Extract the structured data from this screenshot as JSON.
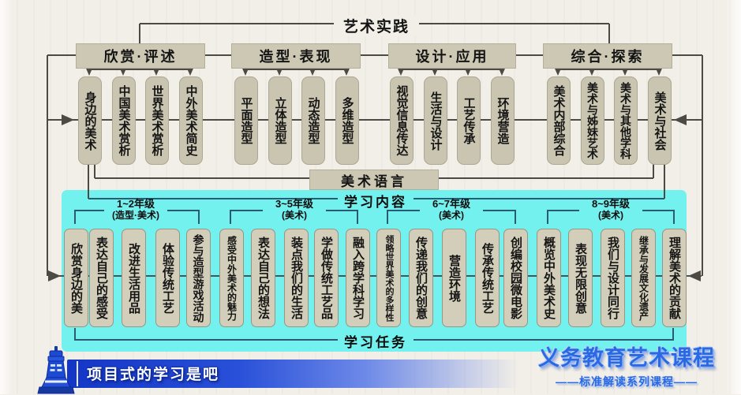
{
  "top": {
    "root_label": "艺术实践",
    "language_label": "美术语言",
    "groups": [
      {
        "header": "欣赏·评述",
        "items": [
          "身边的美术",
          "中国美术赏析",
          "世界美术赏析",
          "中外美术简史"
        ]
      },
      {
        "header": "造型·表现",
        "items": [
          "平面造型",
          "立体造型",
          "动态造型",
          "多维造型"
        ]
      },
      {
        "header": "设计·应用",
        "items": [
          "视觉信息传达",
          "生活与设计",
          "工艺传承",
          "环境营造"
        ]
      },
      {
        "header": "综合·探索",
        "items": [
          "美术内部综合",
          "美术与姊妹艺术",
          "美术与其他学科",
          "美术与社会"
        ]
      }
    ]
  },
  "content": {
    "title": "学习内容",
    "tasks_label": "学习任务",
    "groups": [
      {
        "grade": "1~2年级",
        "subject": "(造型·美术)",
        "items": [
          "欣赏身边的美",
          "表达自己的感受",
          "改进生活用品",
          "体验传统工艺",
          "参与造型游戏活动"
        ]
      },
      {
        "grade": "3~5年级",
        "subject": "(美术)",
        "items": [
          "感受中外美术的魅力",
          "表达自己的想法",
          "装点我们的生活",
          "学做传统工艺品",
          "融入跨学科学习"
        ]
      },
      {
        "grade": "6~7年级",
        "subject": "(美术)",
        "items": [
          "领略世界美术的多样性",
          "传递我们的创意",
          "营造环境",
          "传承传统工艺",
          "创编校园微电影"
        ]
      },
      {
        "grade": "8~9年级",
        "subject": "(美术)",
        "items": [
          "概览中外美术史",
          "表现无限创意",
          "我们与设计同行",
          "继承与发展文化遗产",
          "理解美术的贡献"
        ]
      }
    ]
  },
  "caption": {
    "text": "项目式的学习是吧"
  },
  "branding": {
    "title": "义务教育艺术课程",
    "subtitle": "——标准解读系列课程——"
  },
  "colors": {
    "background": "#f2efe8",
    "cyan_panel": "#73f1ee",
    "box_fill": "#c9c5b0",
    "cyan_box_fill": "#d3ceba",
    "wire": "#4c4a44",
    "cyan_wire": "#2c5a70",
    "caption_blue": "#1436c6",
    "brand_blue": "#2a69e3"
  }
}
